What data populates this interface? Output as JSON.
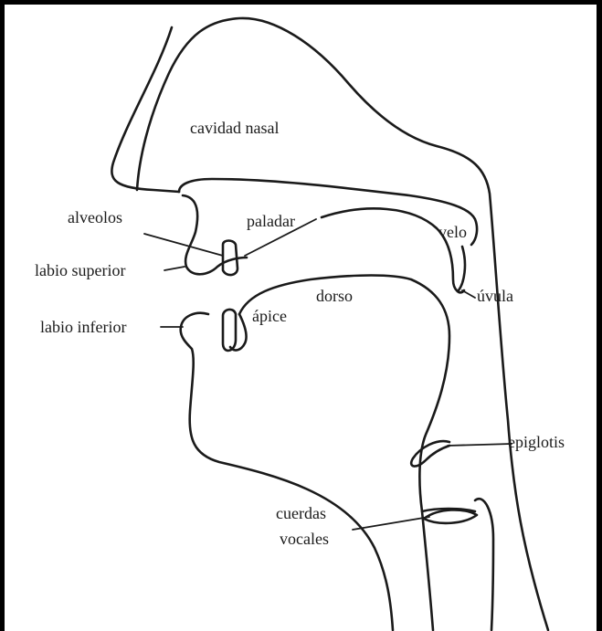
{
  "labels": {
    "cavidad_nasal": "cavidad nasal",
    "alveolos": "alveolos",
    "paladar": "paladar",
    "velo": "velo",
    "labio_superior": "labio superior",
    "uvula": "úvula",
    "dorso": "dorso",
    "apice": "ápice",
    "labio_inferior": "labio inferior",
    "epiglotis": "epiglotis",
    "cuerdas": "cuerdas",
    "vocales": "vocales"
  },
  "colors": {
    "ink": "#1a1a1a",
    "frame": "#000000",
    "background": "#ffffff"
  }
}
